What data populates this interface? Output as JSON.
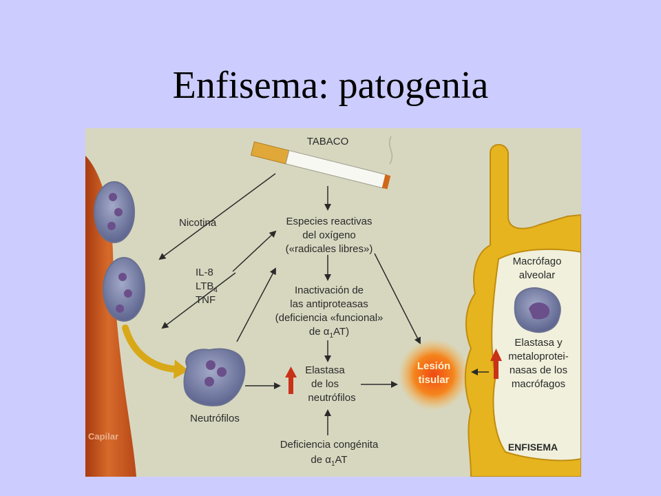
{
  "slide": {
    "title": "Enfisema: patogenia"
  },
  "diagram": {
    "tabaco": "TABACO",
    "nicotina": "Nicotina",
    "mediators": [
      "IL-8",
      "LTB",
      "TNF"
    ],
    "mediator_subscript": "4",
    "especies": [
      "Especies reactivas",
      "del oxígeno",
      "(«radicales libres»)"
    ],
    "inactivacion": [
      "Inactivación de",
      "las antiproteasas",
      "(deficiencia «funcional»"
    ],
    "inactivacion_last_prefix": "de ",
    "alpha_glyph": "α",
    "alpha_sub": "1",
    "at_suffix": "AT)",
    "elastasa_neutrofilos": [
      "Elastasa",
      "de los",
      "neutrófilos"
    ],
    "deficiencia": [
      "Deficiencia congénita"
    ],
    "deficiencia_last_prefix": "de ",
    "deficiencia_at": "AT",
    "neutrofilos": "Neutrófilos",
    "capilar": "Capilar",
    "lesion": [
      "Lesión",
      "tisular"
    ],
    "macrofago": [
      "Macrófago",
      "alveolar"
    ],
    "elastasa_macrofagos": [
      "Elastasa y",
      "metaloprotei-",
      "nasas de los",
      "macrófagos"
    ],
    "enfisema": "ENFISEMA"
  },
  "colors": {
    "background": "#ccccff",
    "figure_bg": "#dcdcc6",
    "capillary": "#c8541c",
    "alveolus": "#e6b41e",
    "lesion": "#ef7820",
    "up_arrow": "#c83218",
    "cell": "#7f86aa"
  }
}
